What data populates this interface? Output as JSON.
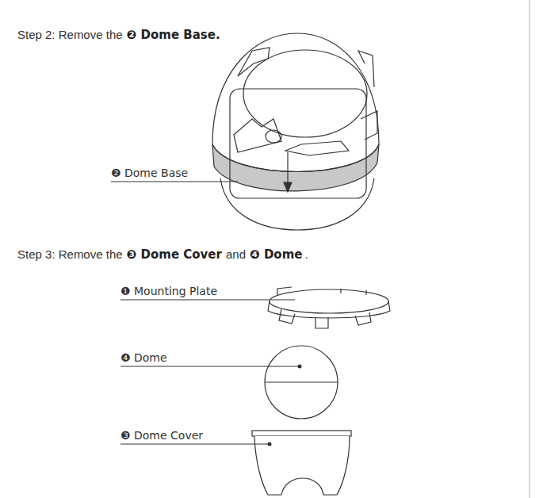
{
  "diagram": {
    "labels": [
      "Step 2: Remove the",
      "❷ Dome Base.",
      "❷ Dome Base",
      "Step 3: Remove the",
      "❸ Dome Cover",
      "and",
      "❹ Dome",
      ".",
      "❶ Mounting Plate",
      "❹ Dome",
      "❸ Dome Cover"
    ]
  }
}
